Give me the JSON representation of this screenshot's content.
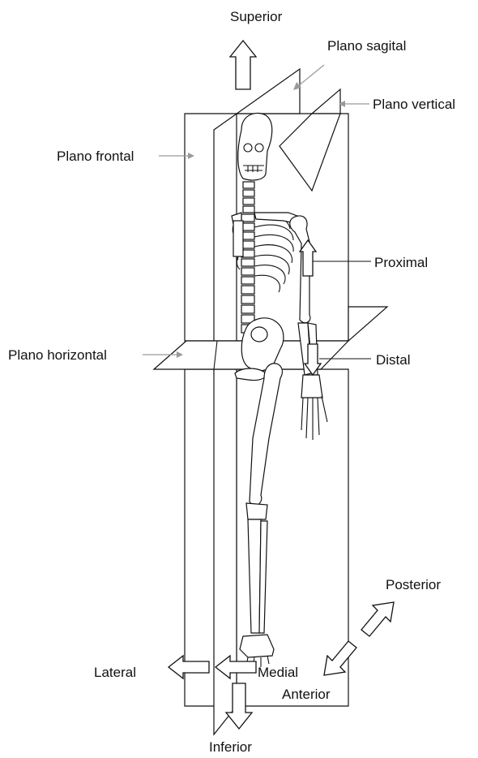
{
  "labels": {
    "superior": "Superior",
    "inferior": "Inferior",
    "plano_sagital": "Plano sagital",
    "plano_vertical": "Plano vertical",
    "plano_frontal": "Plano frontal",
    "plano_horizontal": "Plano horizontal",
    "proximal": "Proximal",
    "distal": "Distal",
    "posterior": "Posterior",
    "anterior": "Anterior",
    "lateral": "Lateral",
    "medial": "Medial"
  },
  "colors": {
    "ink": "#111111",
    "leader": "#9a9a9a",
    "background": "#ffffff"
  },
  "icons": {
    "direction_arrow": "block-arrow-icon",
    "skeleton": "human-skeleton-illustration"
  }
}
